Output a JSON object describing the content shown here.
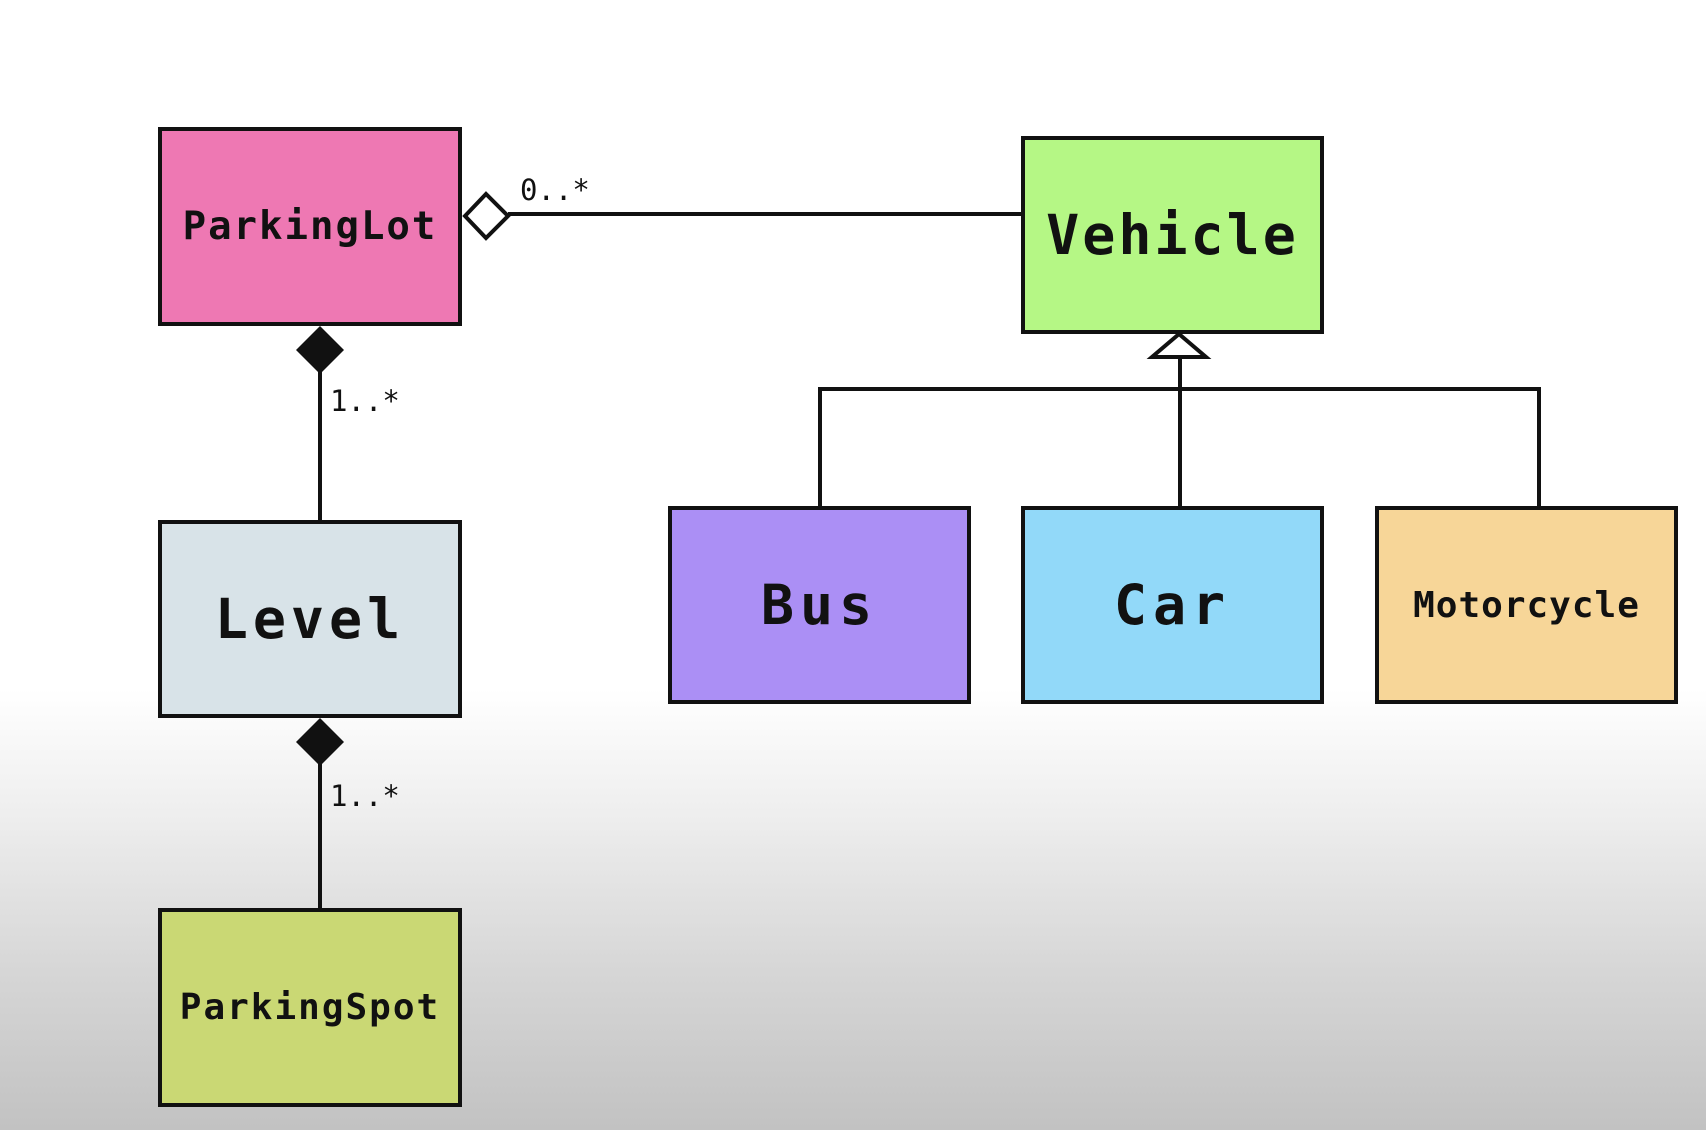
{
  "classes": {
    "parking_lot": {
      "label": "ParkingLot",
      "color": "#ee78b3"
    },
    "vehicle": {
      "label": "Vehicle",
      "color": "#b5f785"
    },
    "level": {
      "label": "Level",
      "color": "#d8e3e8"
    },
    "parking_spot": {
      "label": "ParkingSpot",
      "color": "#cad874"
    },
    "bus": {
      "label": "Bus",
      "color": "#ab8ff5"
    },
    "car": {
      "label": "Car",
      "color": "#92d9f9"
    },
    "motorcycle": {
      "label": "Motorcycle",
      "color": "#f7d698"
    }
  },
  "relations": {
    "parking_lot_vehicle": {
      "type": "aggregation",
      "multiplicity": "0..*"
    },
    "parking_lot_level": {
      "type": "composition",
      "multiplicity": "1..*"
    },
    "level_parking_spot": {
      "type": "composition",
      "multiplicity": "1..*"
    },
    "vehicle_subclasses": {
      "type": "generalization"
    }
  },
  "colors": {
    "line": "#111111",
    "background": "#ffffff"
  }
}
